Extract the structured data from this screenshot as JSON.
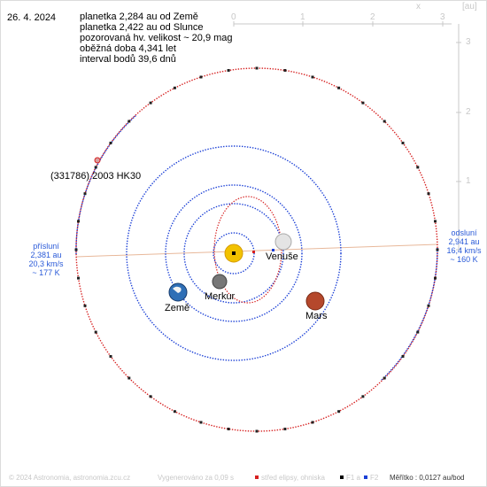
{
  "date": "26. 4. 2024",
  "info_lines": [
    "planetka 2,284 au od Země",
    "planetka 2,422 au od Slunce",
    "pozorovaná hv. velikost ~ 20,9 mag",
    "oběžná doba 4,341 let",
    "interval bodů 39,6 dnů"
  ],
  "asteroid_label": "(331786) 2003 HK30",
  "perihelion": {
    "title": "přísluní",
    "distance": "2,381 au",
    "speed": "20,3 km/s",
    "temp": "~ 177 K"
  },
  "aphelion": {
    "title": "odsluní",
    "distance": "2,941 au",
    "speed": "16,4 km/s",
    "temp": "~ 160 K"
  },
  "planets": {
    "venus": "Venuše",
    "mercury": "Merkur",
    "earth": "Země",
    "mars": "Mars"
  },
  "axes": {
    "top_ticks": [
      "0",
      "1",
      "2",
      "3"
    ],
    "right_ticks": [
      "3",
      "2",
      "1"
    ],
    "x_label": "x",
    "unit_label": "[au]"
  },
  "footer": {
    "copyright": "© 2024 Astronomia, astronomia.zcu.cz",
    "generated": "Vygenerováno za 0,09 s",
    "legend_ellipse": "střed elipsy, ohniska",
    "legend_f1": "F1 a",
    "legend_f2": "F2",
    "scale": "Měřítko : 0,0127 au/bod"
  },
  "colors": {
    "asteroid_orbit": "#d62020",
    "planet_orbit": "#1a3fd6",
    "apsis_line": "#e8b89a",
    "sun": "#f2c200",
    "earth": "#2f6fb6",
    "mars": "#b5482c",
    "venus": "#e4e4e4",
    "mercury": "#777777"
  }
}
